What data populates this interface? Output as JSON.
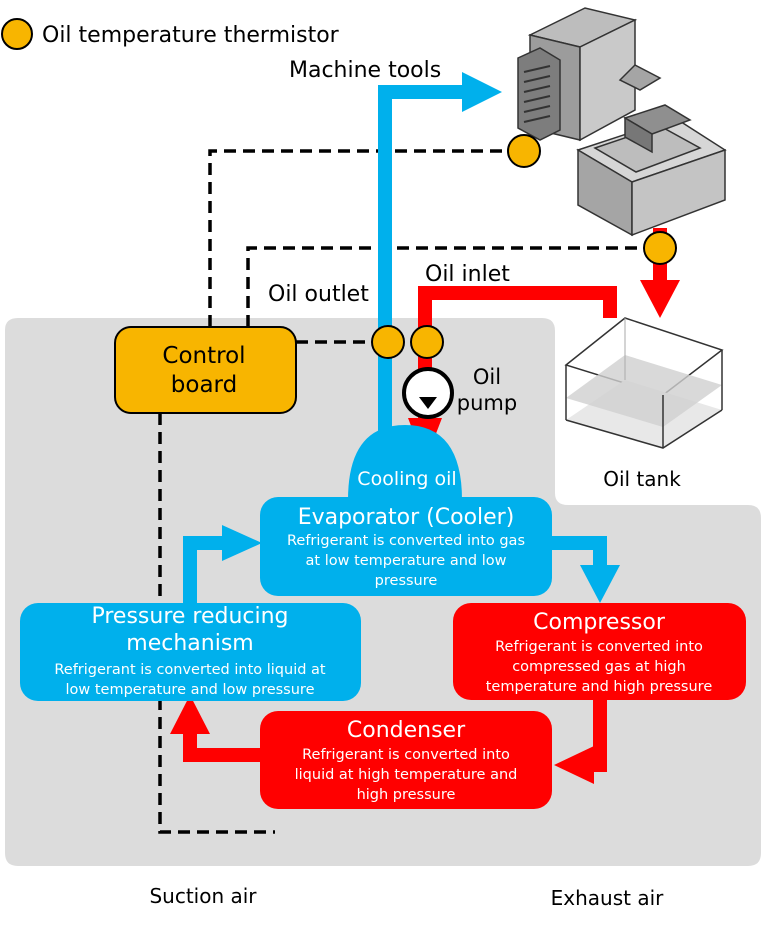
{
  "legend": {
    "label": "Oil temperature thermistor"
  },
  "labels": {
    "machine_tools": "Machine tools",
    "oil_inlet": "Oil inlet",
    "oil_outlet": "Oil outlet",
    "oil_pump_line1": "Oil",
    "oil_pump_line2": "pump",
    "oil_tank": "Oil tank",
    "cooling_oil": "Cooling oil",
    "suction_air": "Suction air",
    "exhaust_air": "Exhaust air"
  },
  "control_board": {
    "line1": "Control",
    "line2": "board"
  },
  "evaporator": {
    "title": "Evaporator (Cooler)",
    "desc": [
      "Refrigerant is converted into gas",
      "at low temperature and low",
      "pressure"
    ]
  },
  "compressor": {
    "title": "Compressor",
    "desc": [
      "Refrigerant is converted into",
      "compressed gas at high",
      "temperature and high pressure"
    ]
  },
  "condenser": {
    "title": "Condenser",
    "desc": [
      "Refrigerant is converted into",
      "liquid at high temperature and",
      "high pressure"
    ]
  },
  "pressure_reducing": {
    "title": [
      "Pressure reducing",
      "mechanism"
    ],
    "desc": [
      "Refrigerant is converted into liquid at",
      "low temperature and low pressure"
    ]
  },
  "colors": {
    "blue": "#00b0ec",
    "red": "#ff0000",
    "orange": "#f8b500",
    "panel": "#dcdcdc"
  }
}
